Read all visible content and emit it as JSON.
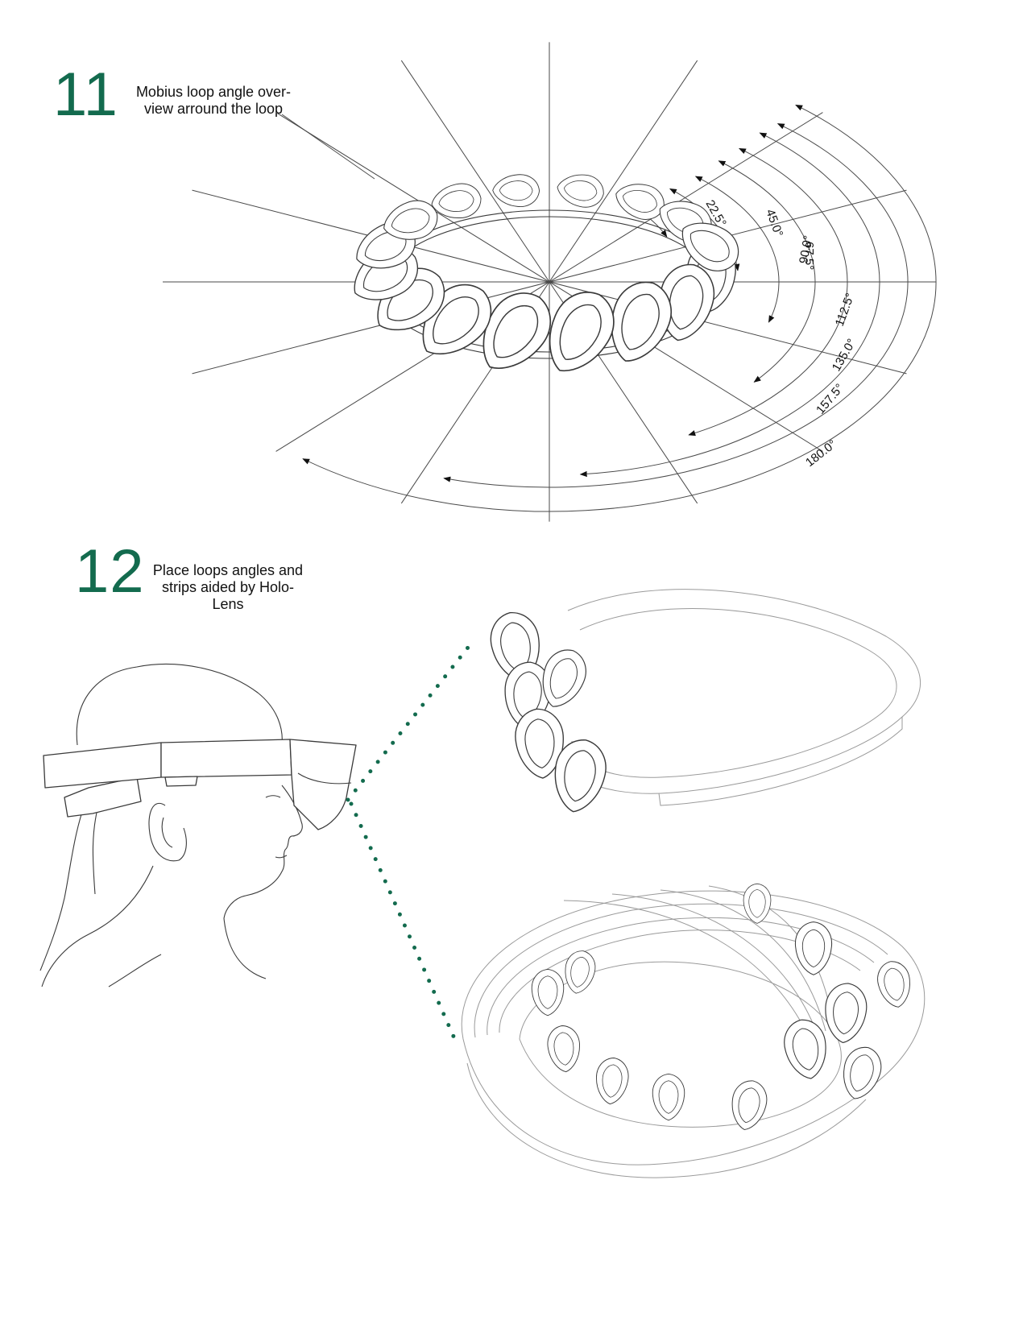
{
  "step11": {
    "number": "11",
    "caption_line1": "Mobius loop angle over-",
    "caption_line2": "view arround the loop",
    "angles": [
      "22.5°",
      "45.0°",
      "67.5°",
      "90.0°",
      "112.5°",
      "135.0°",
      "157.5°",
      "180.0°"
    ]
  },
  "step12": {
    "number": "12",
    "caption_line1": "Place loops angles and",
    "caption_line2": "strips aided  by Holo-",
    "caption_line3": "Lens"
  },
  "colors": {
    "accent": "#136b4e",
    "line": "#3a3a3a"
  }
}
